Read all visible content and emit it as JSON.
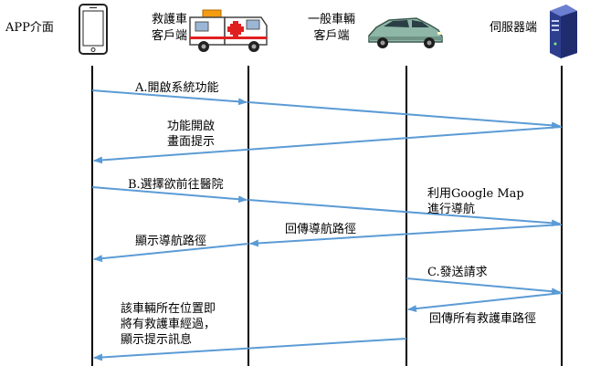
{
  "actors": {
    "app": {
      "label": "APP介面"
    },
    "ambulance": {
      "label_line1": "救護車",
      "label_line2": "客戶端"
    },
    "vehicle": {
      "label_line1": "一般車輛",
      "label_line2": "客戶端"
    },
    "server": {
      "label": "伺服器端"
    }
  },
  "messages": {
    "m1": {
      "text": "A.開啟系統功能"
    },
    "m2": {
      "line1": "功能開啟",
      "line2": "畫面提示"
    },
    "m3": {
      "text": "B.選擇欲前往醫院"
    },
    "m4": {
      "line1": "利用Google Map",
      "line2": "進行導航"
    },
    "m5": {
      "text": "回傳導航路徑"
    },
    "m6": {
      "text": "顯示導航路徑"
    },
    "m7": {
      "text": "C.發送請求"
    },
    "m8": {
      "text": "回傳所有救護車路徑"
    },
    "m9": {
      "line1": "該車輛所在位置即",
      "line2": "將有救護車經過，",
      "line3": "顯示提示訊息"
    }
  },
  "colors": {
    "arrow": "#5b9bd5",
    "lifeline": "#000000",
    "ambulance_cross": "#e02020",
    "car_body": "#8fb7a8",
    "server_body": "#3a4fa8"
  }
}
